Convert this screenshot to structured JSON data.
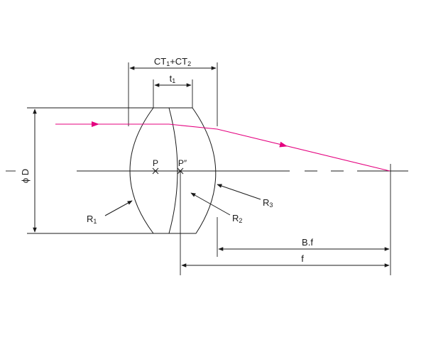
{
  "labels": {
    "ct_sum": {
      "main1": "CT",
      "sub1": "1",
      "plus": "+CT",
      "sub2": "2"
    },
    "t1": {
      "main": "t",
      "sub": "1"
    },
    "p": "P",
    "p_double_prime": "P″",
    "phi_d": "ϕ D",
    "r1": {
      "main": "R",
      "sub": "1"
    },
    "r2": {
      "main": "R",
      "sub": "2"
    },
    "r3": {
      "main": "R",
      "sub": "3"
    },
    "bf": "B.f",
    "f": "f"
  },
  "colors": {
    "ray": "#e4007f",
    "line": "#1a1a1a"
  }
}
